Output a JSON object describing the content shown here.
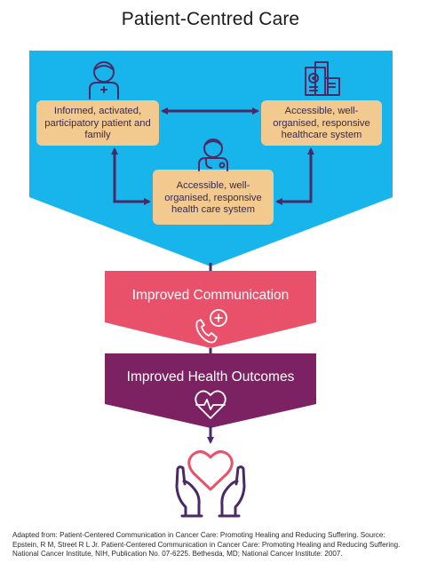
{
  "title": "Patient-Centred Care",
  "boxes": {
    "patient": "Informed, activated, participatory patient and family",
    "healthcare": "Accessible, well-organised, responsive healthcare system",
    "clinician": "Accessible, well-organised, responsive health care system"
  },
  "bands": {
    "communication": "Improved Communication",
    "outcomes": "Improved Health Outcomes"
  },
  "source_note": "Adapted from: Patient-Centered Communication in Cancer Care: Promoting Healing and Reducing Suffering. Source: Epstein, R M, Street R L Jr. Patient-Centered Communication in Cancer Care: Promoting Healing and Reducing Suffering. National Cancer Institute, NIH, Publication No. 07-6225. Bethesda, MD; National Cancer Institute: 2007.",
  "colors": {
    "funnel": "#18b4ec",
    "box": "#f2c98f",
    "arrow": "#4a2a66",
    "communication_band": "#e9506a",
    "outcomes_band": "#7c2161",
    "icon": "#4a2a66"
  },
  "icons": [
    "patient-icon",
    "hospital-icon",
    "doctor-icon",
    "phone-medical-icon",
    "heart-pulse-icon",
    "hands-heart-icon"
  ]
}
